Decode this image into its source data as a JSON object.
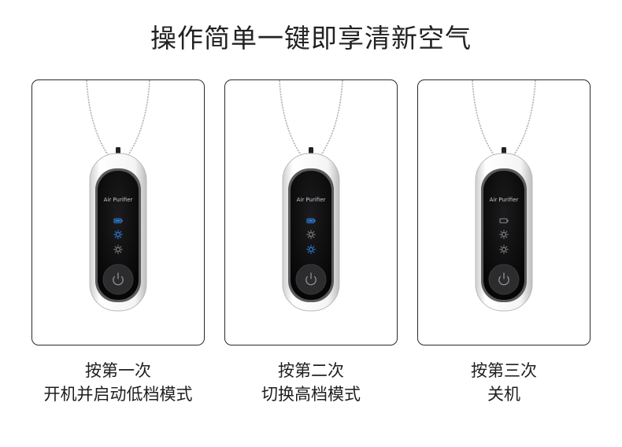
{
  "header": {
    "title": "操作简单一键即享清新空气"
  },
  "device_label": "Air Purifier",
  "colors": {
    "indicator_blue": "#2f86e8",
    "indicator_off": "#8a8a8a",
    "frame": "#2a2a2a"
  },
  "panels": [
    {
      "step": "按第一次",
      "description": "开机并启动低档模式",
      "indicators": {
        "battery": "on",
        "low_speed": "on",
        "high_speed": "off"
      }
    },
    {
      "step": "按第二次",
      "description": "切换高档模式",
      "indicators": {
        "battery": "on",
        "low_speed": "off",
        "high_speed": "on"
      }
    },
    {
      "step": "按第三次",
      "description": "关机",
      "indicators": {
        "battery": "off",
        "low_speed": "off",
        "high_speed": "off"
      }
    }
  ]
}
